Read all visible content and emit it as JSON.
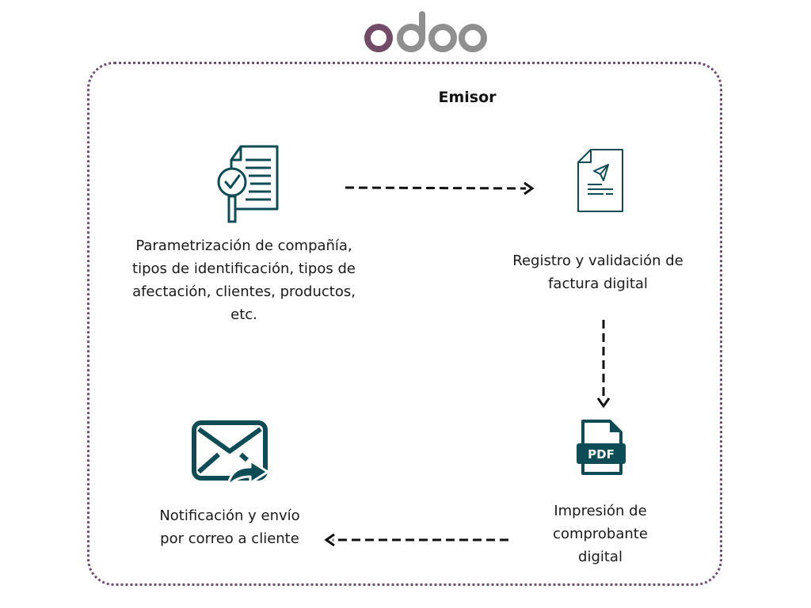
{
  "logo": {
    "text": "odoo",
    "colors": {
      "first_letter": "#714b67",
      "rest": "#8f8f8f"
    }
  },
  "title": "Emisor",
  "accent": "#0e4c55",
  "frame_color": "#6f4f6e",
  "steps": [
    {
      "icon": "document-check-icon",
      "label": "Parametrización de compañía, tipos de identificación, tipos de afectación, clientes, productos, etc."
    },
    {
      "icon": "document-send-icon",
      "label": "Registro y validación de factura digital"
    },
    {
      "icon": "pdf-file-icon",
      "label": "Impresión de comprobante digital",
      "badge": "PDF"
    },
    {
      "icon": "email-forward-icon",
      "label": "Notificación y envío por correo a cliente"
    }
  ]
}
